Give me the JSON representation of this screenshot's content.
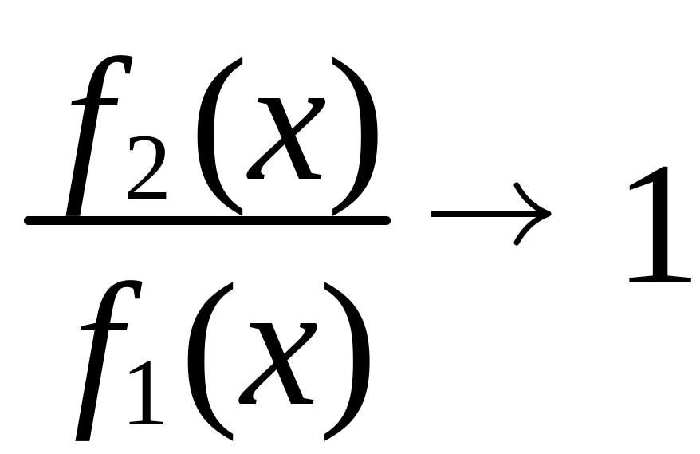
{
  "formula": {
    "numerator": {
      "function": "f",
      "subscript": "2",
      "open_paren": "(",
      "variable": "x",
      "close_paren": ")"
    },
    "denominator": {
      "function": "f",
      "subscript": "1",
      "open_paren": "(",
      "variable": "x",
      "close_paren": ")"
    },
    "relation_icon": "right-arrow-icon",
    "result": "1"
  }
}
